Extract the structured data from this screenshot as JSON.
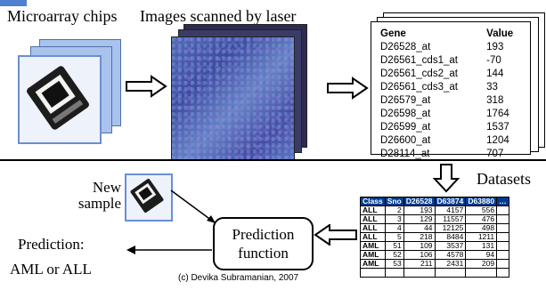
{
  "labels": {
    "microarray_chips": "Microarray chips",
    "images_scanned": "Images scanned by laser",
    "new_sample_line1": "New",
    "new_sample_line2": "sample",
    "datasets": "Datasets",
    "prediction_line1": "Prediction:",
    "prediction_line2": "AML or ALL",
    "prediction_function_line1": "Prediction",
    "prediction_function_line2": "function",
    "credit": "(c) Devika Subramanian, 2007"
  },
  "gene_table": {
    "header": {
      "gene": "Gene",
      "value": "Value"
    },
    "rows": [
      {
        "gene": "D26528_at",
        "value": "193"
      },
      {
        "gene": "D26561_cds1_at",
        "value": "-70"
      },
      {
        "gene": "D26561_cds2_at",
        "value": "144"
      },
      {
        "gene": "D26561_cds3_at",
        "value": "33"
      },
      {
        "gene": "D26579_at",
        "value": "318"
      },
      {
        "gene": "D26598_at",
        "value": "1764"
      },
      {
        "gene": "D26599_at",
        "value": "1537"
      },
      {
        "gene": "D26600_at",
        "value": "1204"
      },
      {
        "gene": "D28114_at",
        "value": "707"
      }
    ]
  },
  "dataset_table": {
    "headers": [
      "Class",
      "Sno",
      "D26528",
      "D63874",
      "D63880",
      "…"
    ],
    "rows": [
      [
        "ALL",
        "2",
        "193",
        "4157",
        "556",
        ""
      ],
      [
        "ALL",
        "3",
        "129",
        "11557",
        "476",
        ""
      ],
      [
        "ALL",
        "4",
        "44",
        "12125",
        "498",
        ""
      ],
      [
        "ALL",
        "5",
        "218",
        "8484",
        "1211",
        ""
      ],
      [
        "AML",
        "51",
        "109",
        "3537",
        "131",
        ""
      ],
      [
        "AML",
        "52",
        "106",
        "4578",
        "94",
        ""
      ],
      [
        "AML",
        "53",
        "211",
        "2431",
        "209",
        ""
      ],
      [
        "",
        "",
        "",
        "",
        "",
        ""
      ]
    ]
  },
  "colors": {
    "accent_blue": "#4f7fd1",
    "table_header": "#003b8e"
  }
}
